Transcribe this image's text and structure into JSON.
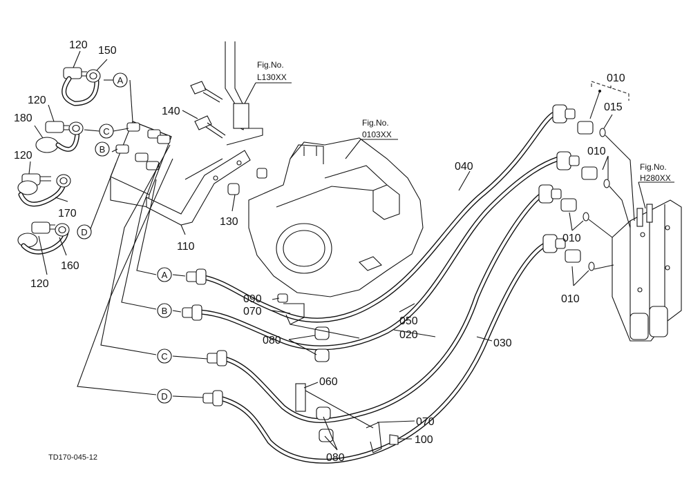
{
  "labels": {
    "p120a": "120",
    "p150": "150",
    "p120b": "120",
    "p180": "180",
    "p120c": "120",
    "p170": "170",
    "p120d": "120",
    "p160": "160",
    "p140": "140",
    "p130": "130",
    "p110": "110",
    "p010top": "010",
    "p015": "015",
    "p010b": "010",
    "p010c": "010",
    "p010d": "010",
    "p040": "040",
    "p050": "050",
    "p020": "020",
    "p030": "030",
    "p090": "090",
    "p070a": "070",
    "p080a": "080",
    "p060": "060",
    "p070b": "070",
    "p100": "100",
    "p080b": "080"
  },
  "circles": {
    "a": "A",
    "b": "B",
    "c": "C",
    "d": "D"
  },
  "refs": {
    "l130_title": "Fig.No.",
    "l130_code": "L130XX",
    "f0103_title": "Fig.No.",
    "f0103_code": "0103XX",
    "h280_title": "Fig.No.",
    "h280_code": "H280XX"
  },
  "drawing_code": "TD170-045-12"
}
